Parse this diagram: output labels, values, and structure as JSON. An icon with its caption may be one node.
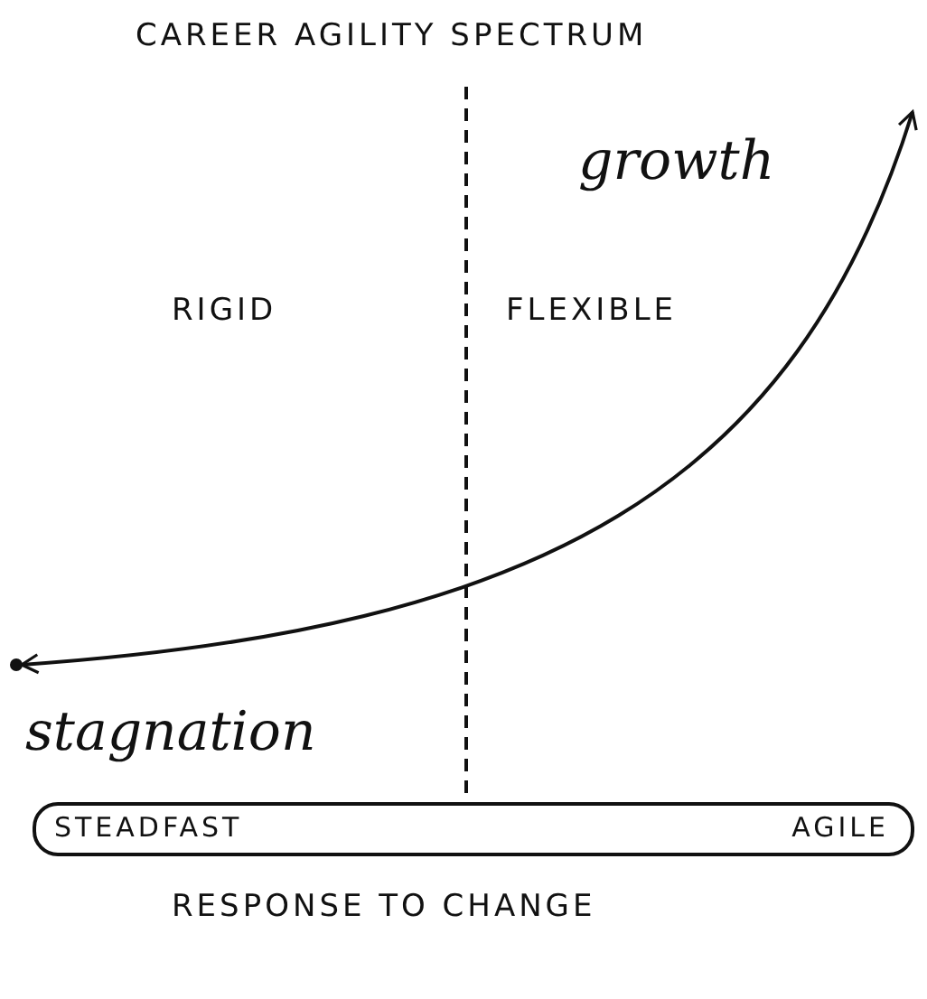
{
  "diagram": {
    "title": "CAREER AGILITY SPECTRUM",
    "nodes": [
      {
        "text": [
          "STEADFAST",
          "AGILE"
        ]
      }
    ],
    "labels": [
      "growth",
      "RIGID",
      "FLEXIBLE",
      "stagnation"
    ],
    "caption": "RESPONSE TO CHANGE"
  }
}
